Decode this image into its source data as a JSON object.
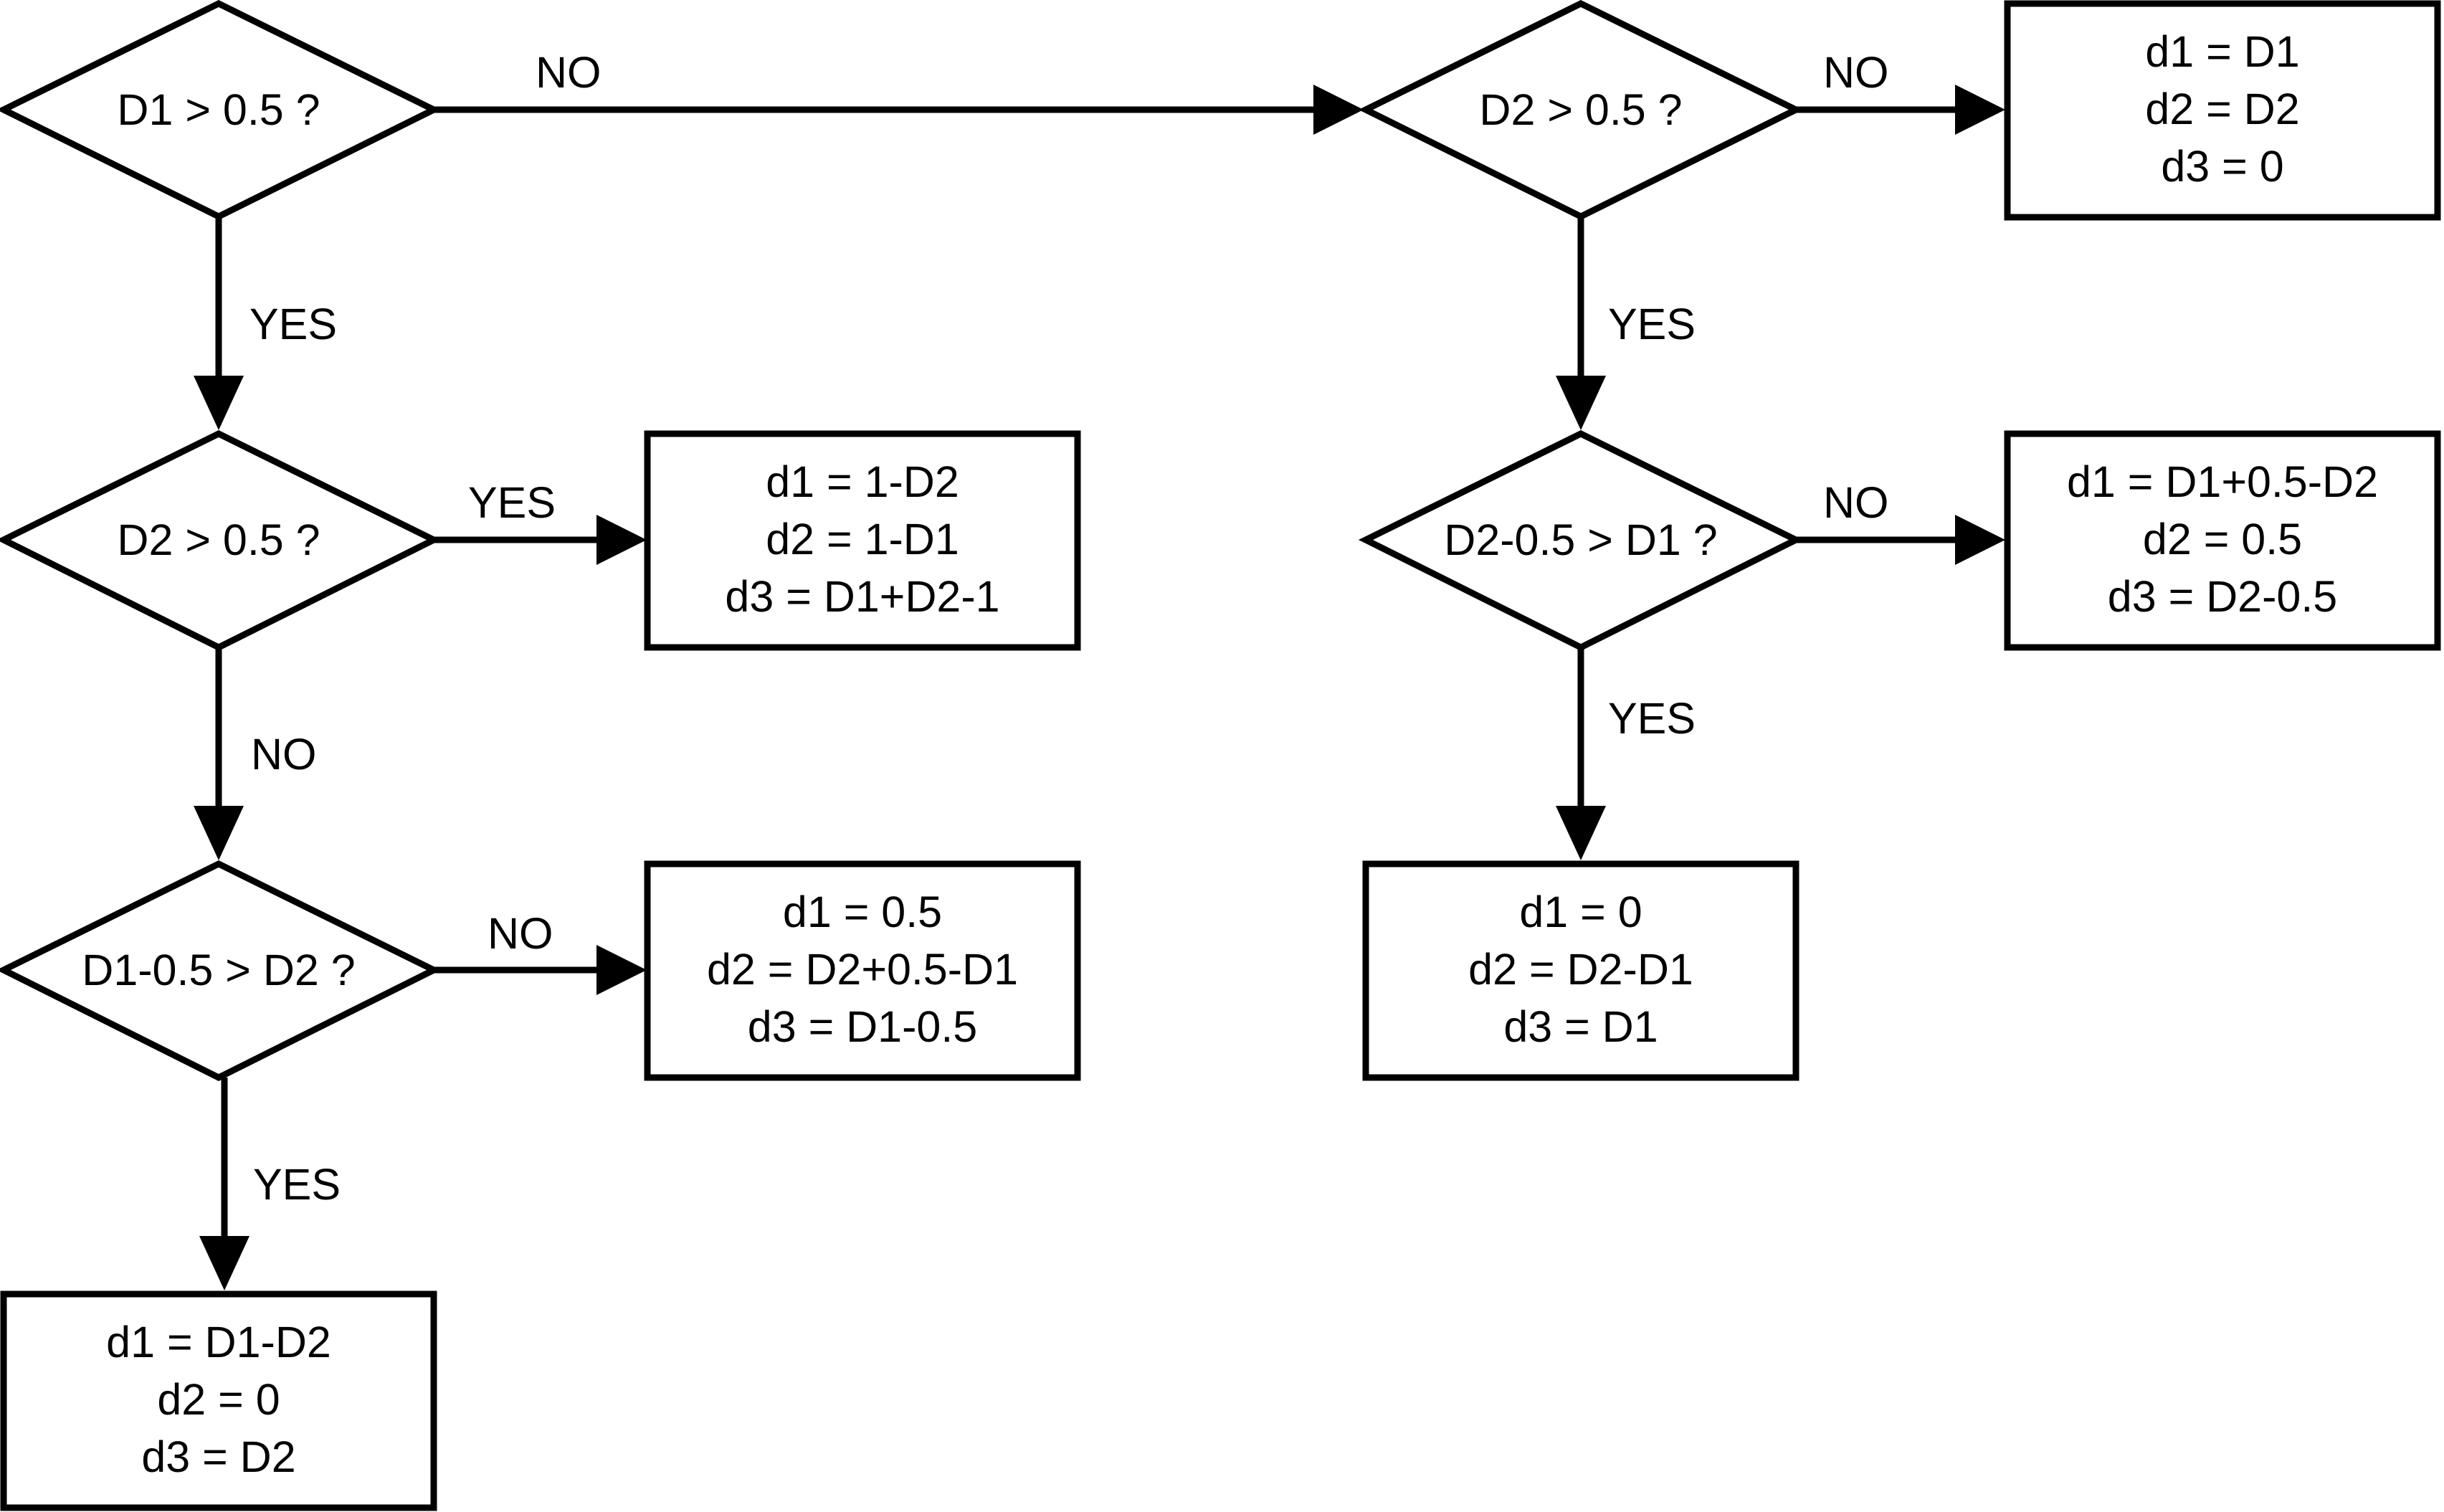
{
  "decisions": {
    "d1_gt_half": "D1 > 0.5 ?",
    "d2_gt_half_left": "D2 > 0.5 ?",
    "d1_minus_half_gt_d2": "D1-0.5 > D2 ?",
    "d2_gt_half_right": "D2 > 0.5 ?",
    "d2_minus_half_gt_d1": "D2-0.5 > D1 ?"
  },
  "outcomes": {
    "both_high": [
      "d1 = 1-D2",
      "d2 = 1-D1",
      "d3 = D1+D2-1"
    ],
    "d1_high_close": [
      "d1 = 0.5",
      "d2 = D2+0.5-D1",
      "d3 = D1-0.5"
    ],
    "d1_high_far": [
      "d1 = D1-D2",
      "d2 = 0",
      "d3 = D2"
    ],
    "both_low": [
      "d1 = D1",
      "d2 = D2",
      "d3 = 0"
    ],
    "d2_high_close": [
      "d1 = D1+0.5-D2",
      "d2 = 0.5",
      "d3 = D2-0.5"
    ],
    "d2_high_far": [
      "d1 = 0",
      "d2 = D2-D1",
      "d3 = D1"
    ]
  },
  "edge_labels": {
    "start_no": "NO",
    "start_yes": "YES",
    "left_d2_yes": "YES",
    "left_d2_no": "NO",
    "left_gap_no": "NO",
    "left_gap_yes": "YES",
    "right_d2_no": "NO",
    "right_d2_yes": "YES",
    "right_gap_no": "NO",
    "right_gap_yes": "YES"
  },
  "colors": {
    "stroke": "#000000",
    "background": "#ffffff"
  }
}
